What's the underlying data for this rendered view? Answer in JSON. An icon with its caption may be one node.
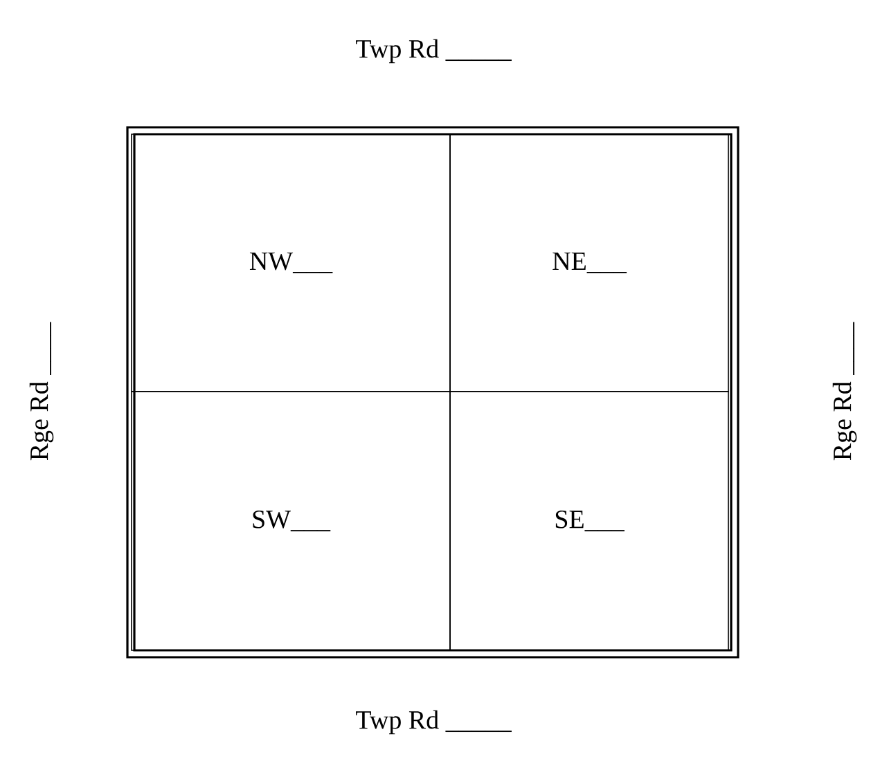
{
  "diagram": {
    "nodes": [
      {
        "text": [
          "NW___"
        ]
      },
      {
        "text": [
          "NE___"
        ]
      },
      {
        "text": [
          "SW___"
        ]
      },
      {
        "text": [
          "SE___"
        ]
      }
    ],
    "labels": [
      "Twp Rd _____",
      "Rge Rd ____",
      "Rge Rd ____",
      "Twp Rd _____"
    ]
  }
}
